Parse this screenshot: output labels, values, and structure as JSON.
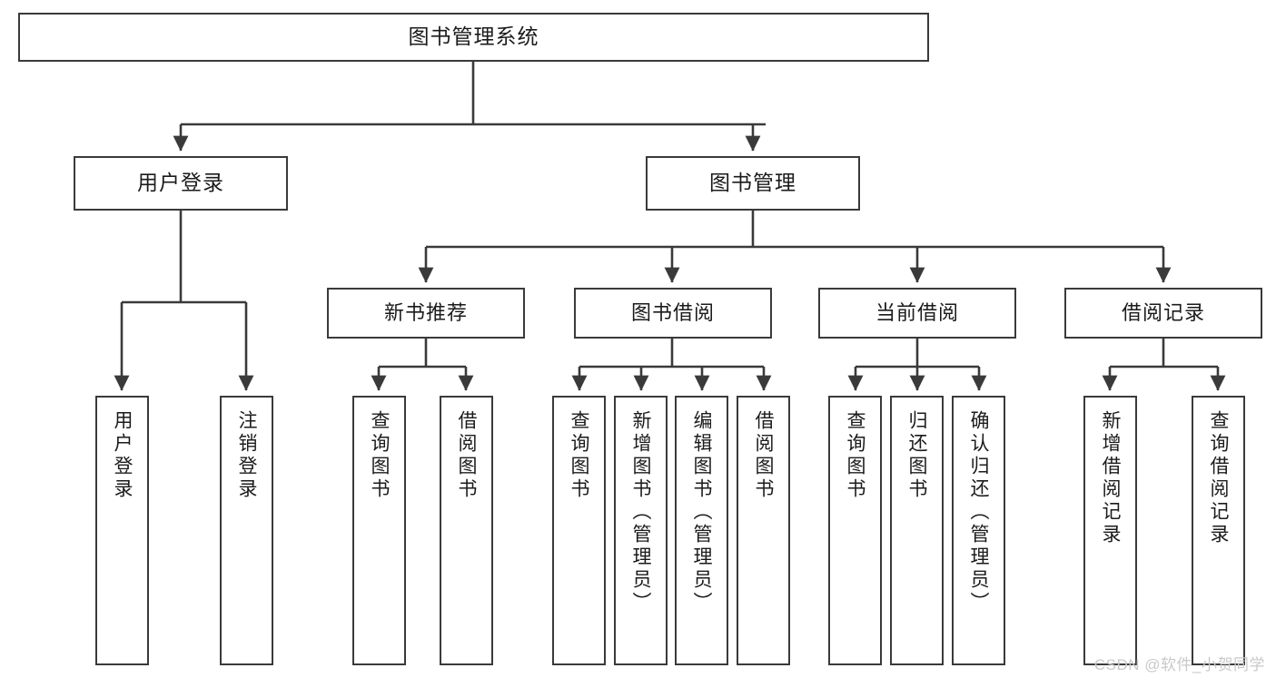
{
  "diagram": {
    "title": "图书管理系统",
    "type": "tree-structure-chart",
    "watermark": "CSDN @软件_小贺同学",
    "colors": {
      "node_border": "#3a3a3a",
      "node_fill": "#ffffff",
      "edge": "#3a3a3a",
      "text": "#1b1b1b",
      "watermark": "#c9c9c9",
      "background": "#ffffff"
    },
    "nodes": {
      "root": {
        "label": "图书管理系统"
      },
      "level2": [
        {
          "id": "user-login",
          "label": "用户登录"
        },
        {
          "id": "book-manage",
          "label": "图书管理"
        }
      ],
      "level3": [
        {
          "id": "new-book-recommend",
          "label": "新书推荐"
        },
        {
          "id": "book-borrow",
          "label": "图书借阅"
        },
        {
          "id": "current-borrow",
          "label": "当前借阅"
        },
        {
          "id": "borrow-record",
          "label": "借阅记录"
        }
      ],
      "leaves": {
        "user_login": [
          {
            "id": "leaf-user-login",
            "label": "用户登录"
          },
          {
            "id": "leaf-logout",
            "label": "注销登录"
          }
        ],
        "new_book_recommend": [
          {
            "id": "leaf-query-book-1",
            "label": "查询图书"
          },
          {
            "id": "leaf-borrow-book-1",
            "label": "借阅图书"
          }
        ],
        "book_borrow": [
          {
            "id": "leaf-query-book-2",
            "label": "查询图书"
          },
          {
            "id": "leaf-add-book",
            "label": "新增图书（管理员）"
          },
          {
            "id": "leaf-edit-book",
            "label": "编辑图书（管理员）"
          },
          {
            "id": "leaf-borrow-book-2",
            "label": "借阅图书"
          }
        ],
        "current_borrow": [
          {
            "id": "leaf-query-book-3",
            "label": "查询图书"
          },
          {
            "id": "leaf-return-book",
            "label": "归还图书"
          },
          {
            "id": "leaf-confirm-return",
            "label": "确认归还（管理员）"
          }
        ],
        "borrow_record": [
          {
            "id": "leaf-add-record",
            "label": "新增借阅记录"
          },
          {
            "id": "leaf-query-record",
            "label": "查询借阅记录"
          }
        ]
      }
    }
  }
}
